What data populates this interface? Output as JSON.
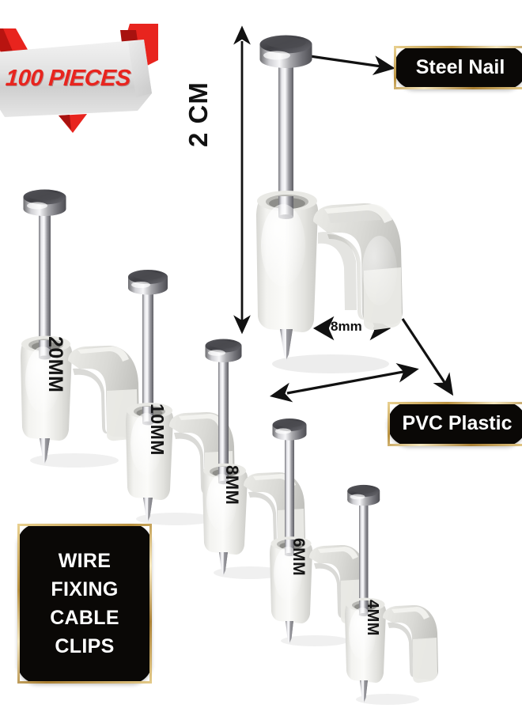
{
  "product": {
    "quantity_badge": "100 PIECES",
    "usage_lines": [
      "WIRE",
      "FIXING",
      "CABLE",
      "CLIPS"
    ],
    "usage_text": "WIRE FIXING CABLE CLIPS"
  },
  "callouts": [
    {
      "id": "steel-nail",
      "label": "Steel Nail"
    },
    {
      "id": "pvc-plastic",
      "label": "PVC Plastic"
    }
  ],
  "dimensions": {
    "height_label": "2 CM",
    "width_label": "8mm"
  },
  "clips": [
    {
      "size": "20MM"
    },
    {
      "size": "10MM"
    },
    {
      "size": "8MM"
    },
    {
      "size": "6MM"
    },
    {
      "size": "4MM"
    }
  ],
  "colors": {
    "background": "#ffffff",
    "badge_fill": "#0a0806",
    "badge_border_gold": "#c8a24e",
    "ribbon_red": "#e8241e",
    "ribbon_silver": "#dcdcdc",
    "text_white": "#ffffff",
    "annotation_black": "#111111",
    "plastic_white": "#f2f2f0",
    "nail_chrome": "#9a9a9c"
  },
  "icons": {
    "arrow_right": "arrow-right-icon",
    "arrow_vertical": "double-arrow-vertical-icon",
    "arrow_horizontal": "double-arrow-horizontal-icon",
    "arrow_diagonal": "double-arrow-diagonal-icon",
    "pointer_diagonal": "arrow-diagonal-icon"
  }
}
